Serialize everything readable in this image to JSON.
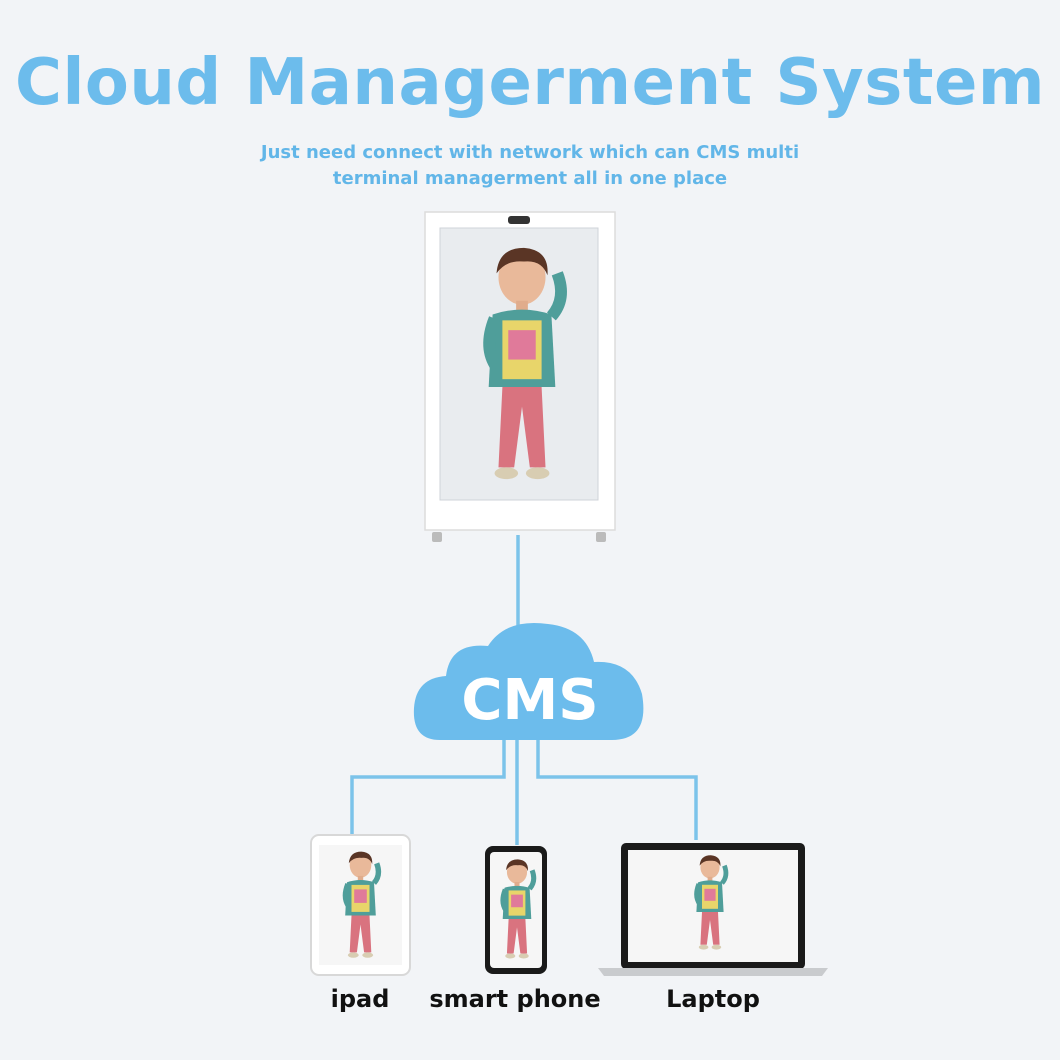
{
  "header": {
    "title": "Cloud Managerment System",
    "subtitle_line1": "Just need connect with network which can CMS multi",
    "subtitle_line2": "terminal managerment all in one place"
  },
  "cloud": {
    "label": "CMS"
  },
  "devices": {
    "ipad": "ipad",
    "phone": "smart phone",
    "laptop": "Laptop"
  },
  "colors": {
    "accent": "#6cbcec",
    "line": "#7cc3ea",
    "text": "#111111"
  }
}
